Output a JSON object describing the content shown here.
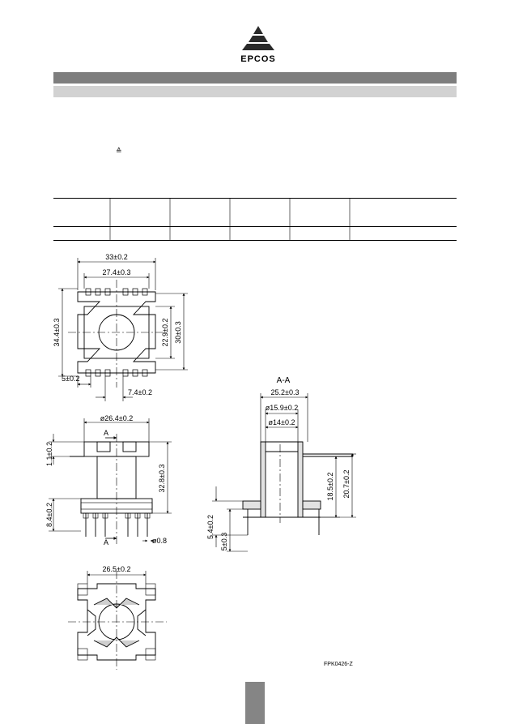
{
  "brand": {
    "name": "EPCOS"
  },
  "correspondence_symbol": "≙",
  "figure_code": "FPK0426-Z",
  "drawing": {
    "top_view": {
      "width_outer": "33±0.2",
      "width_inner": "27.4±0.3",
      "height_outer": "34.4±0.3",
      "height_mid": "30±0.3",
      "height_inner": "22.9±0.2",
      "left_offset": "5±0.2",
      "pin_pitch": "7.4±0.2"
    },
    "side_view": {
      "diameter": "ø26.4±0.2",
      "section_label": "A",
      "flange": "1.1±0.2",
      "height_total": "32.8±0.3",
      "base_height": "8.4±0.2",
      "pin_diameter": "ø0.8"
    },
    "section_view": {
      "title": "A-A",
      "width": "25.2±0.3",
      "diameter_outer": "ø15.9±0.2",
      "diameter_inner": "ø14±0.2",
      "height_inner": "18.5±0.2",
      "height_outer": "20.7±0.2",
      "pin_length": "5.4±0.2",
      "pin_offset": "5±0.3"
    },
    "bottom_view": {
      "width": "26.5±0.2"
    }
  }
}
